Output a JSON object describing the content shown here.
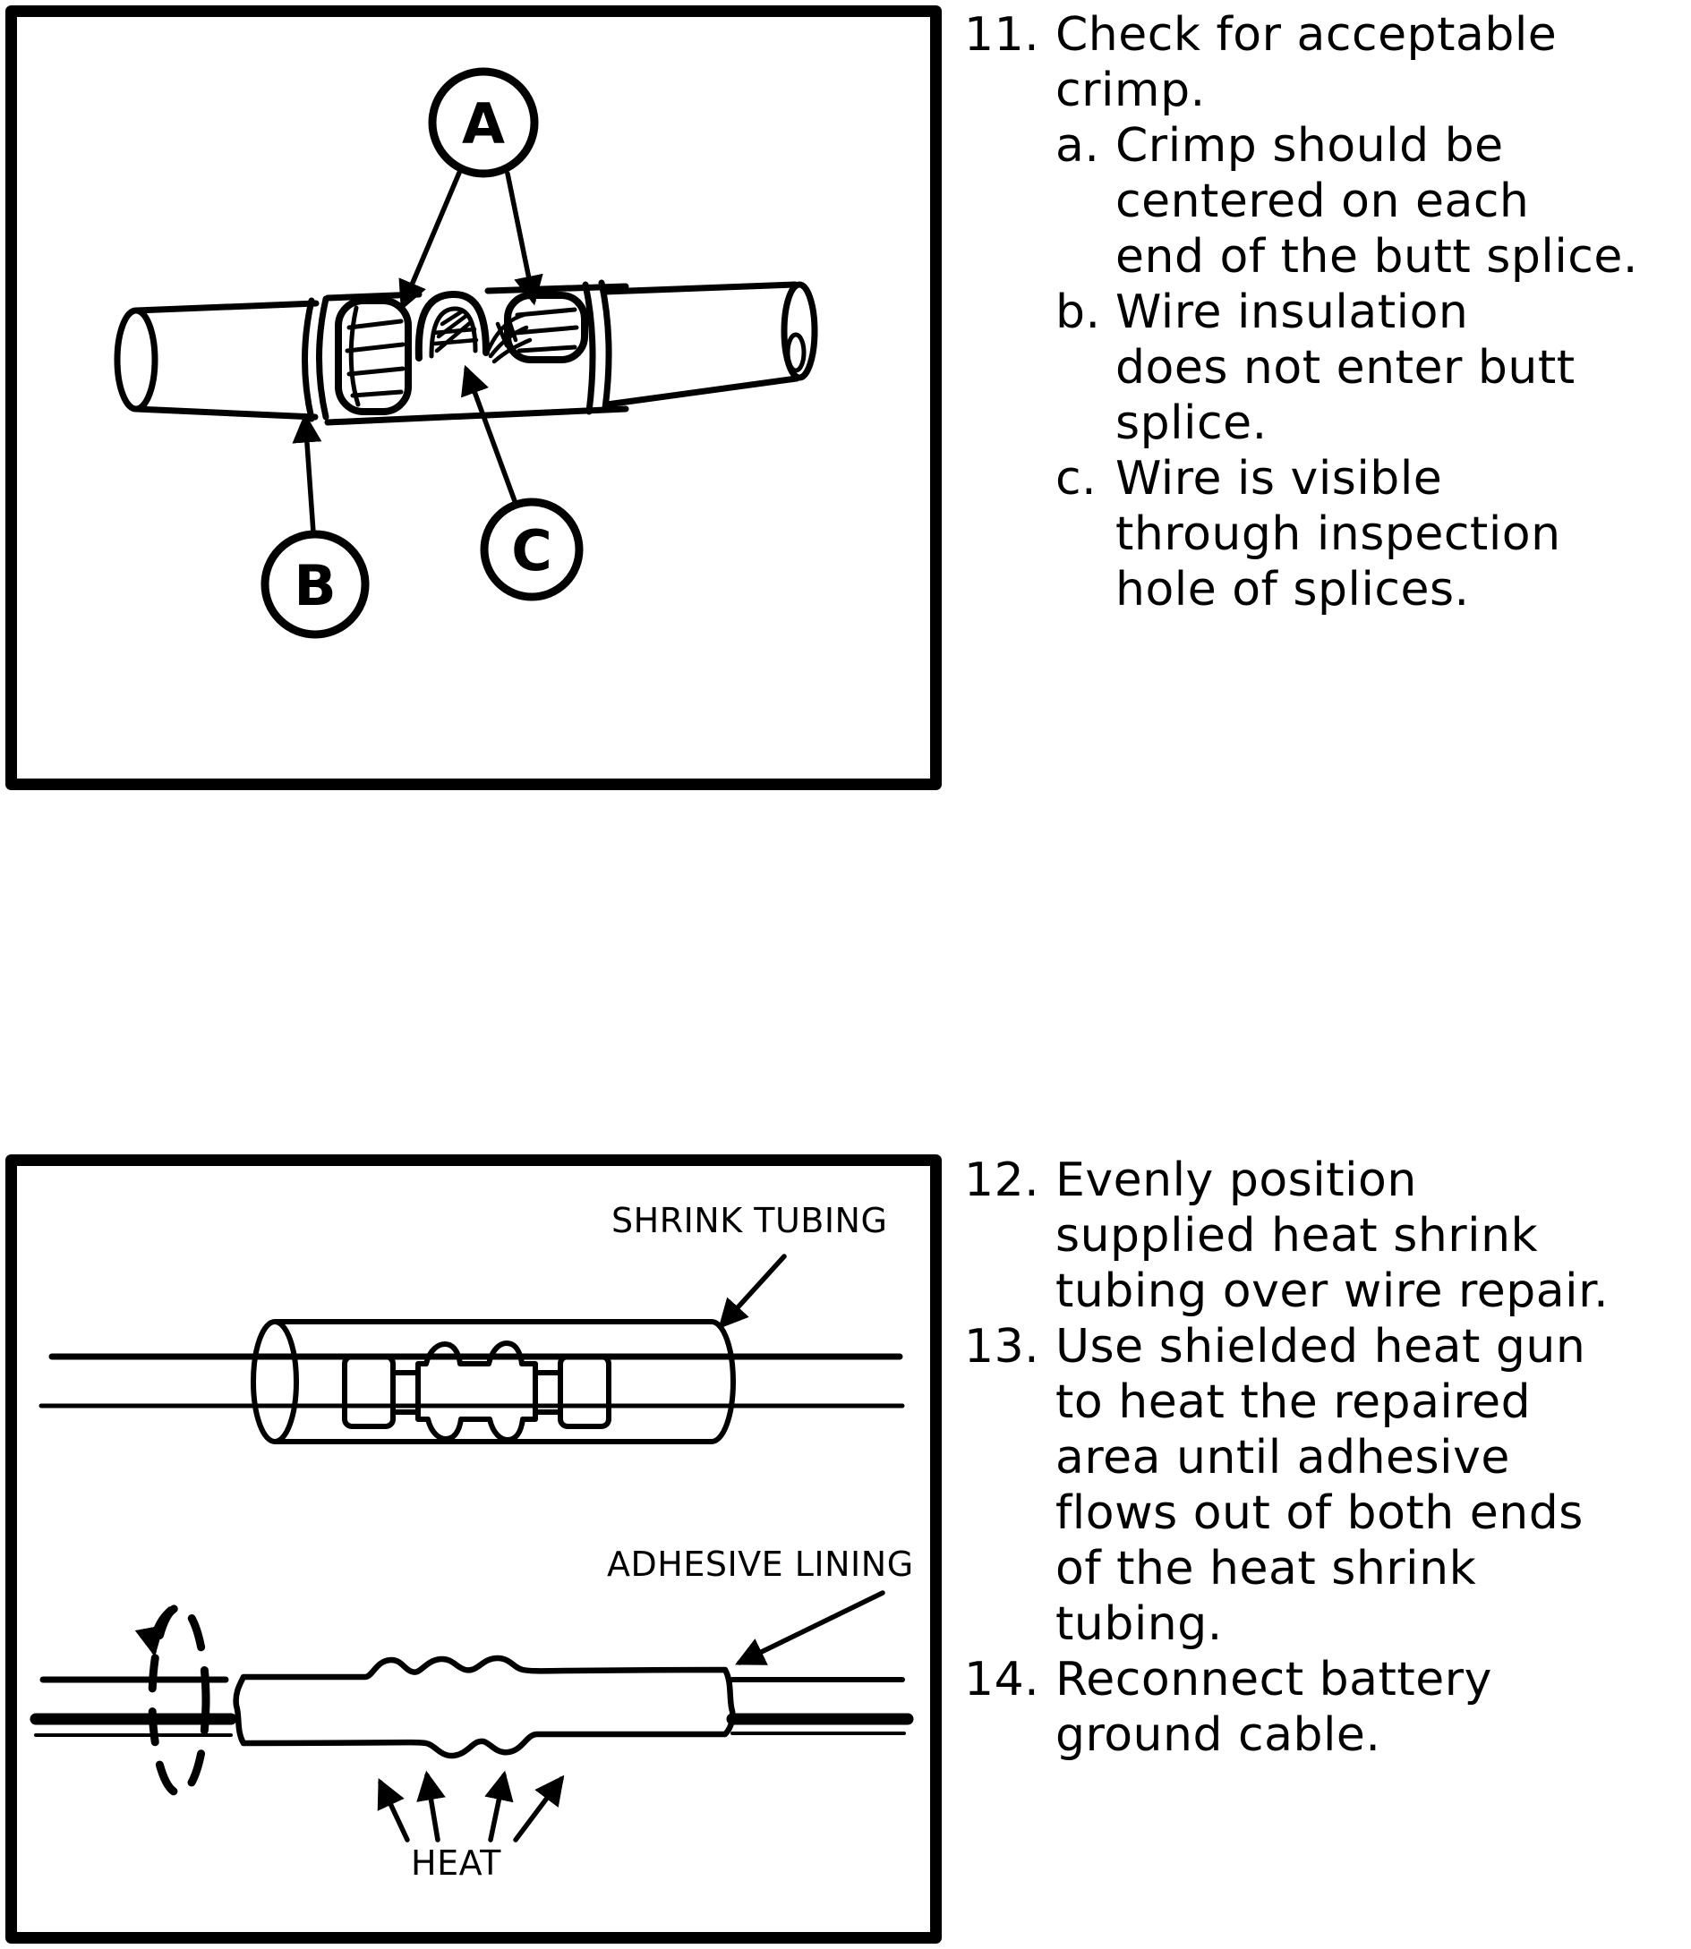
{
  "colors": {
    "ink": "#000000",
    "paper": "#ffffff"
  },
  "figures": {
    "splice": {
      "callouts": [
        {
          "letter": "A"
        },
        {
          "letter": "B"
        },
        {
          "letter": "C"
        }
      ]
    },
    "tubing": {
      "labels": [
        {
          "text": "SHRINK TUBING"
        },
        {
          "text": "ADHESIVE LINING"
        },
        {
          "text": "HEAT"
        }
      ]
    }
  },
  "steps_top": [
    {
      "num": "11.",
      "lines": [
        "Check for acceptable",
        "crimp."
      ],
      "subs": [
        {
          "letter": "a.",
          "lines": [
            "Crimp should be",
            "centered on each",
            "end of the butt splice."
          ]
        },
        {
          "letter": "b.",
          "lines": [
            "Wire insulation",
            "does not enter butt",
            "splice."
          ]
        },
        {
          "letter": "c.",
          "lines": [
            "Wire is visible",
            "through inspection",
            "hole of splices."
          ]
        }
      ]
    }
  ],
  "steps_bottom": [
    {
      "num": "12.",
      "lines": [
        "Evenly position",
        "supplied heat shrink",
        "tubing over wire repair."
      ]
    },
    {
      "num": "13.",
      "lines": [
        "Use shielded heat gun",
        "to heat the repaired",
        "area until adhesive",
        "flows out of both ends",
        "of the heat shrink",
        "tubing."
      ]
    },
    {
      "num": "14.",
      "lines": [
        "Reconnect battery",
        "ground cable."
      ]
    }
  ]
}
